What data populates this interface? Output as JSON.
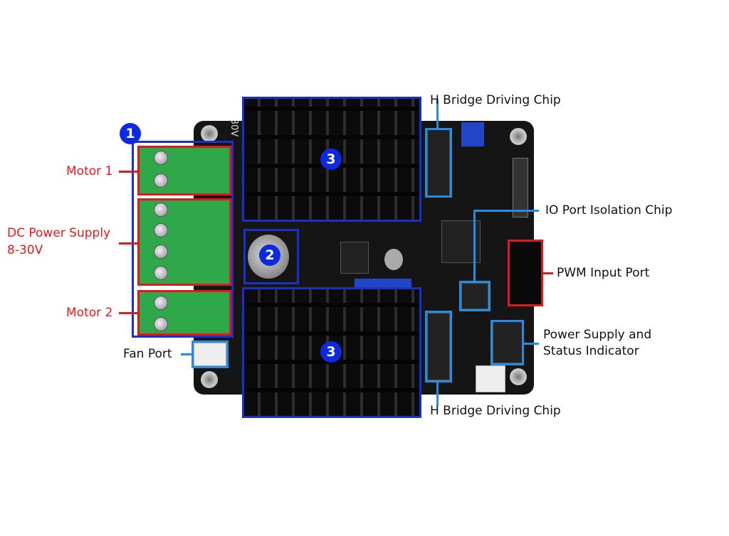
{
  "labels": {
    "motor1": "Motor 1",
    "dc_power_line1": "DC Power Supply",
    "dc_power_line2": "8-30V",
    "motor2": "Motor 2",
    "fan_port": "Fan Port",
    "h_bridge_top": "H Bridge Driving Chip",
    "h_bridge_bottom": "H Bridge Driving Chip",
    "io_isolation": "IO Port Isolation Chip",
    "pwm_input": "PWM Input Port",
    "power_status_line1": "Power Supply and",
    "power_status_line2": "Status Indicator"
  },
  "markers": {
    "m1": "1",
    "m2": "2",
    "m3a": "3",
    "m3b": "3"
  },
  "board_silk": "30V",
  "colors": {
    "region_box": "#1a30c8",
    "callout": "#2a8ce0",
    "terminal_callout": "#e01a1a"
  }
}
